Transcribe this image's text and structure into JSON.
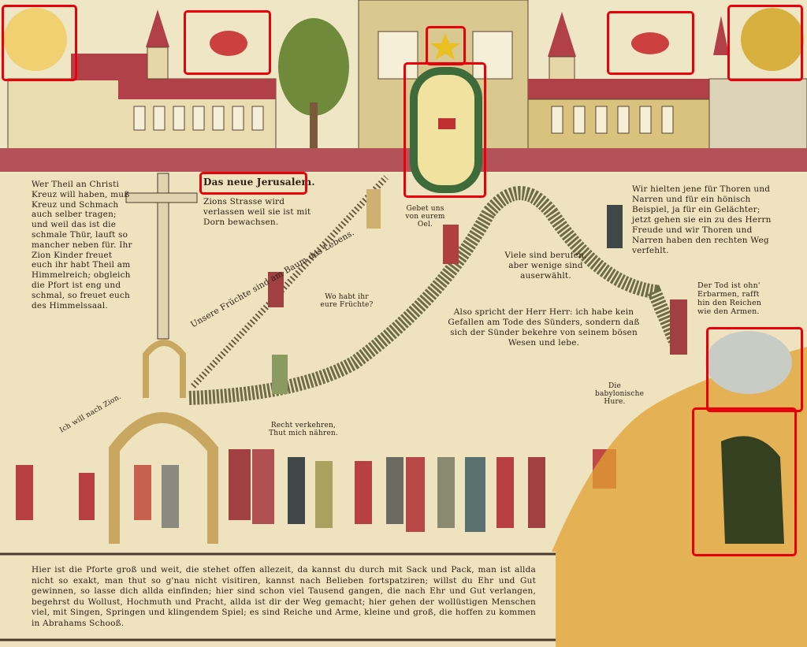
{
  "title_label": "Das neue Jerusalem.",
  "texts": {
    "cross_verse": "Wer Theil an Christi Kreuz will haben, muß Kreuz und Schmach auch selber tragen; und weil das ist die schmale Thür, lauft so mancher neben für. Ihr Zion Kinder freuet euch ihr habt Theil am Himmelreich; obgleich die Pfort ist eng und schmal, so freuet euch des Himmelssaal.",
    "zion_street": "Zions Strasse wird verlassen weil sie ist mit Dorn bewachsen.",
    "fruits_tree": "Unsere Früchte sind am Baum des Lebens.",
    "where_fruits": "Wo habt ihr eure Früchte?",
    "oil": "Gebet uns von eurem Oel.",
    "many_called": "Viele sind berufen, aber wenige sind auserwählt.",
    "thus_saith": "Also spricht der Herr Herr: ich habe kein Gefallen am Tode des Sünders, sondern daß sich der Sünder bekehre von seinem bösen Wesen und lebe.",
    "fools": "Wir hielten jene für Thoren und Narren und für ein hönisch Beispiel, ja für ein Gelächter; jetzt gehen sie ein zu des Herrn Freude und wir Thoren und Narren haben den rechten Weg verfehlt.",
    "death": "Der Tod ist ohn' Erbarmen, rafft hin den Reichen wie den Armen.",
    "to_zion": "Ich will nach Zion.",
    "right_wrong": "Recht verkehren, Thut mich nähren.",
    "babylon": "Die babylonische Hure.",
    "bottom": "Hier ist die Pforte groß und weit, die stehet offen allezeit, da kannst du durch mit Sack und Pack, man ist allda nicht so exakt, man thut so g'nau nicht visitiren, kannst nach Belieben fortspatziren; willst du Ehr und Gut gewinnen, so lasse dich allda einfinden; hier sind schon viel Tausend gangen, die nach Ehr und Gut verlangen, begehrst du Wollust, Hochmuth und Pracht, allda ist dir der Weg gemacht; hier gehen der wollüstigen Menschen viel, mit Singen, Springen und klingendem Spiel; es sind Reiche und Arme, kleine und groß, die hoffen zu kommen in Abrahams Schooß."
  },
  "colors": {
    "paper": "#efe3bf",
    "highlight_box": "#e8000b",
    "roof": "#a8343a",
    "path": "#6d6d45",
    "fire": "#e0a030"
  }
}
